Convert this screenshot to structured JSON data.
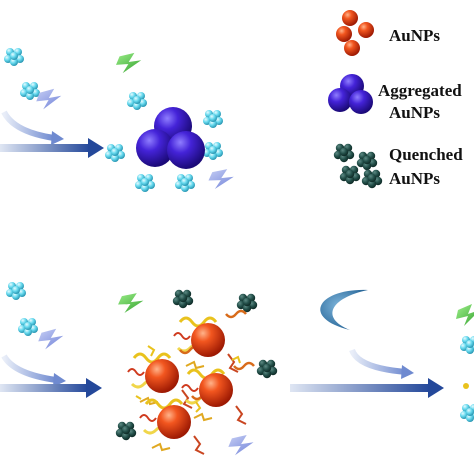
{
  "legend": {
    "aunps": "AuNPs",
    "aggregated_line1": "Aggregated",
    "aggregated_line2": "AuNPs",
    "quenched_line1": "Quenched",
    "quenched_line2": "AuNPs"
  },
  "colors": {
    "aunp": "#e8380f",
    "aggregated": "#3d1fc8",
    "cyan_cluster": "#5fd8ea",
    "dark_cluster": "#1f4a44",
    "green_bolt": "#46c93c",
    "blue_bolt": "#8f9ee6",
    "arrow": "#2f55a0",
    "crescent": "#3b7fb6",
    "protein": "#e9c21d"
  },
  "icons": [
    "aunp-sphere-icon",
    "aggregated-sphere-icon",
    "fluorophore-cluster-icon",
    "quenched-cluster-icon",
    "lightning-icon",
    "arrow-icon",
    "crescent-icon",
    "protein-ribbon-icon"
  ]
}
